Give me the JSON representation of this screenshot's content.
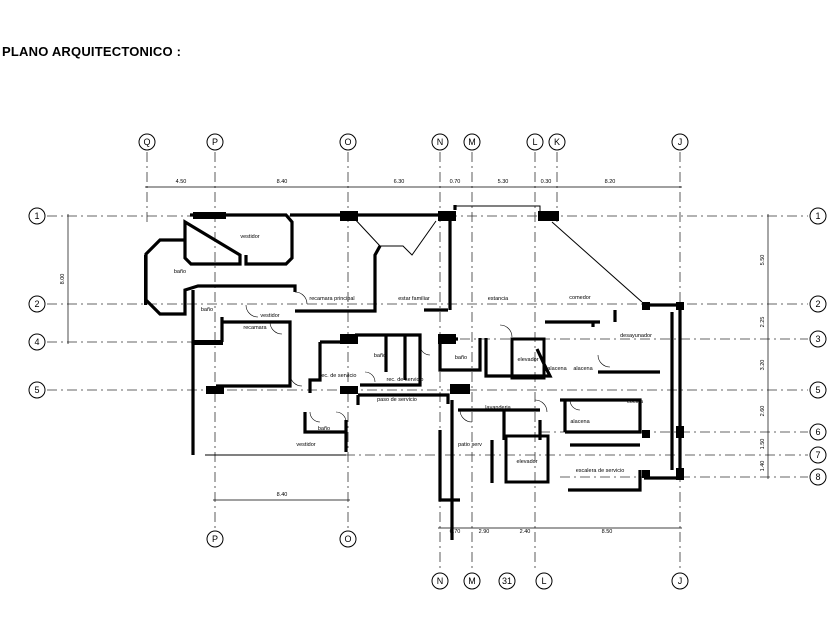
{
  "title": "PLANO ARQUITECTONICO :",
  "axes_top": [
    "Q",
    "P",
    "O",
    "N",
    "M",
    "L",
    "K",
    "J"
  ],
  "axes_bottom_upper": [
    "P",
    "O"
  ],
  "axes_bottom_lower": [
    "N",
    "M",
    "31",
    "L",
    "J"
  ],
  "rows_left": [
    "1",
    "2",
    "4",
    "5"
  ],
  "rows_right": [
    "1",
    "2",
    "3",
    "5",
    "6",
    "7",
    "8"
  ],
  "dims_top": [
    "4.50",
    "8.40",
    "6.30",
    "0.70",
    "5.30",
    "0.30",
    "8.20"
  ],
  "dims_left": [
    "8.00"
  ],
  "dims_right": [
    "5.50",
    "2.25",
    "3.20",
    "2.60",
    "1.50",
    "1.40"
  ],
  "dims_bottom_upper": [
    "8.40"
  ],
  "dims_bottom_lower": [
    "0.70",
    "2.90",
    "2.40",
    "8.50"
  ],
  "rooms": {
    "vestidor1": "vestidor",
    "bano1": "baño",
    "bano2": "baño",
    "vestidor2": "vestidor",
    "recamara": "recamara",
    "recamara_principal": "recamara principal",
    "estar_familiar": "estar familiar",
    "estancia": "estancia",
    "comedor": "comedor",
    "desayunador": "desayunador",
    "bano3": "baño",
    "rec_servicio1": "rec. de servicio",
    "rec_servicio2": "rec. de servicio",
    "bano4": "baño",
    "elevador1": "elevador",
    "alacena1": "alacena",
    "alacena2": "alacena",
    "paso_servicio": "paso de servicio",
    "lavanderia": "lavanderia",
    "cocina": "cocina",
    "alacena3": "alacena",
    "bano5": "baño",
    "vestidor3": "vestidor",
    "patio_serv": "patio serv",
    "elevador2": "elevador",
    "escalera_servicio": "escalera de servicio"
  }
}
